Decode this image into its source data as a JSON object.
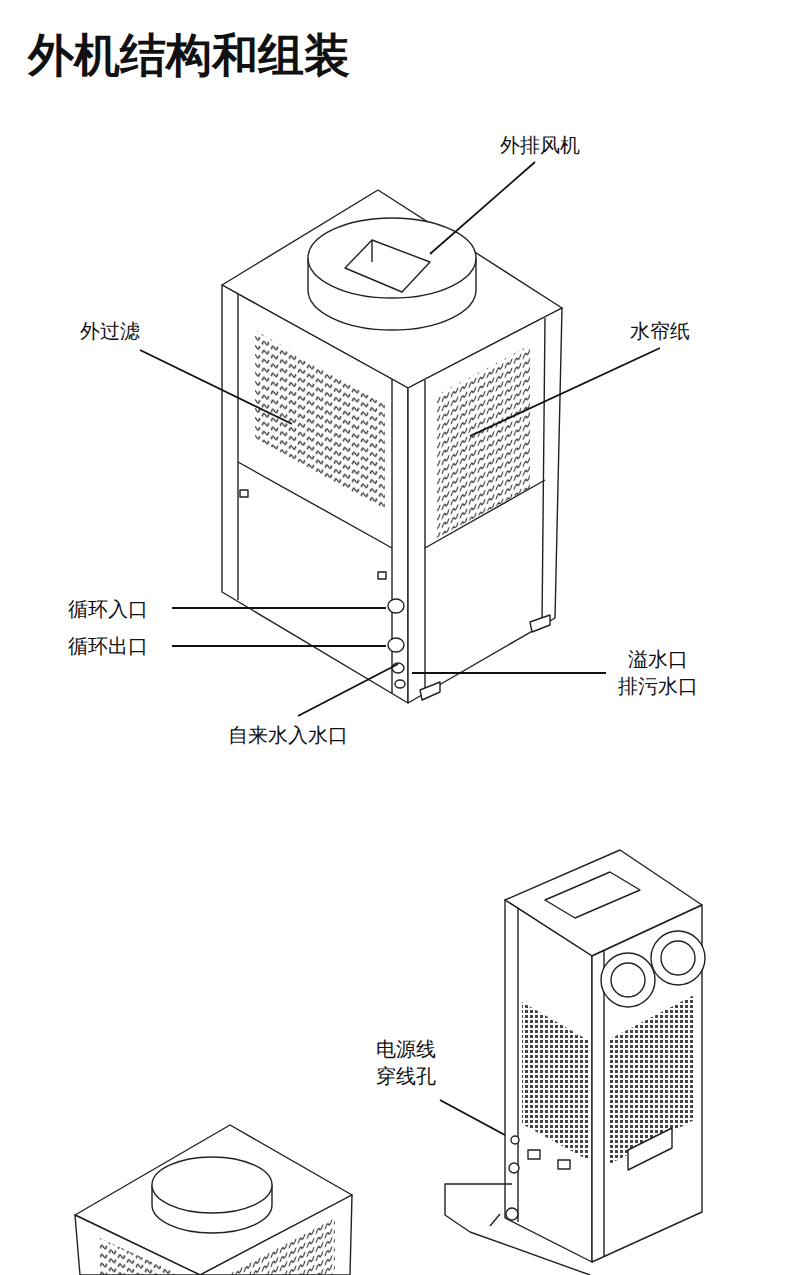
{
  "diagram": {
    "title": "外机结构和组装",
    "labels": [
      "外排风机",
      "外过滤",
      "水帘纸",
      "循环入口",
      "循环出口",
      "溢水口 排污水口",
      "自来水入水口",
      "电源线 穿线孔"
    ]
  }
}
